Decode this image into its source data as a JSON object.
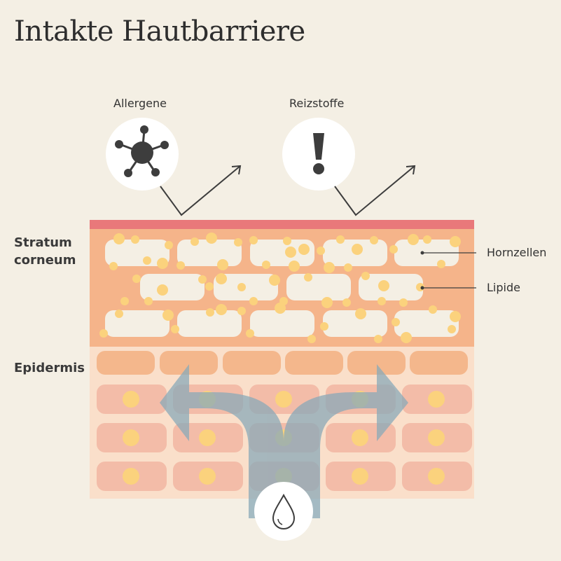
{
  "title": "Intakte Hautbarriere",
  "threats": {
    "allergens": {
      "label": "Allergene",
      "icon": "allergen-molecule-icon"
    },
    "irritants": {
      "label": "Reizstoffe",
      "icon": "exclamation-icon"
    }
  },
  "layers": {
    "stratum_corneum": "Stratum corneum",
    "epidermis": "Epidermis"
  },
  "callouts": {
    "horny_cells": "Hornzellen",
    "lipids": "Lipide"
  },
  "moisture_icon": "water-drop-icon",
  "colors": {
    "background": "#f4efe4",
    "surface_line": "#e9787a",
    "stratum_corneum": "#f5b48a",
    "horny_cell": "#f4efe4",
    "lipid": "#fbd27d",
    "epidermis": "#fadfca",
    "epidermis_top_cell": "#f4b78c",
    "epidermis_cell": "#f3bca8",
    "nucleus": "#fbd27d",
    "arrow": "#8aa9b8",
    "icon_dark": "#3d3d3d"
  }
}
